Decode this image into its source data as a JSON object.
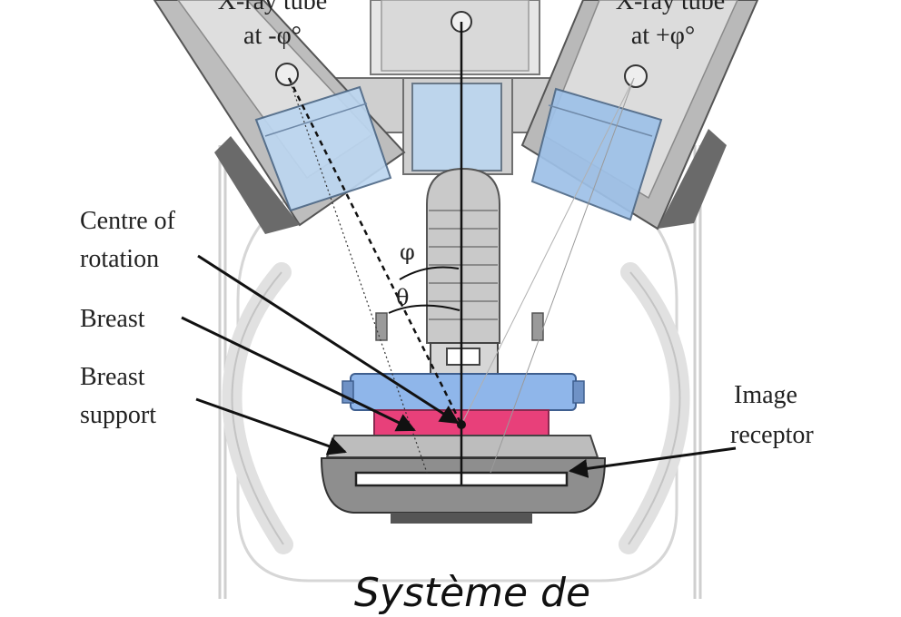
{
  "labels": {
    "tube_left_line1": "X-ray tube",
    "tube_left_line2": "at -φ°",
    "tube_right_line1": "X-ray tube",
    "tube_right_line2": "at +φ°",
    "centre_line1": "Centre of",
    "centre_line2": "rotation",
    "breast": "Breast",
    "support_line1": "Breast",
    "support_line2": "support",
    "receptor_line1": "Image",
    "receptor_line2": "receptor",
    "phi": "φ",
    "theta": "θ"
  },
  "caption": "Système de",
  "colors": {
    "tube_body": "#b9b9b9",
    "tube_light": "#e4e4e4",
    "collimator": "#bcd6f0",
    "compression_paddle": "#8fb6ea",
    "breast": "#e8407a",
    "detector": "#5a5a5a",
    "frame": "#d2d2d2"
  }
}
